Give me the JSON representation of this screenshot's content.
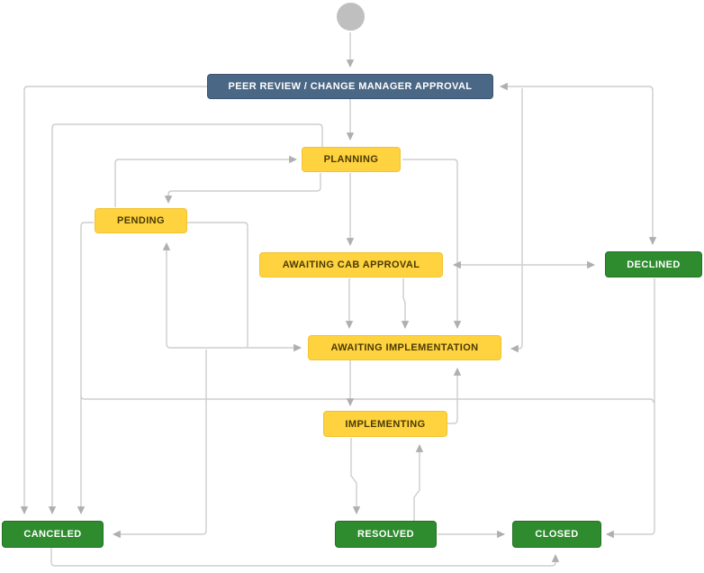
{
  "diagram": {
    "kind": "workflow-status-diagram",
    "nodes": [
      {
        "id": "peer-review-change-manager-approval",
        "label": "PEER REVIEW / CHANGE MANAGER APPROVAL",
        "color": "#4A6785",
        "category": "in-review"
      },
      {
        "id": "planning",
        "label": "PLANNING",
        "color": "#FFD23F",
        "category": "in-progress"
      },
      {
        "id": "pending",
        "label": "PENDING",
        "color": "#FFD23F",
        "category": "in-progress"
      },
      {
        "id": "awaiting-cab-approval",
        "label": "AWAITING CAB APPROVAL",
        "color": "#FFD23F",
        "category": "in-progress"
      },
      {
        "id": "declined",
        "label": "DECLINED",
        "color": "#2E8B2E",
        "category": "done"
      },
      {
        "id": "awaiting-implementation",
        "label": "AWAITING IMPLEMENTATION",
        "color": "#FFD23F",
        "category": "in-progress"
      },
      {
        "id": "implementing",
        "label": "IMPLEMENTING",
        "color": "#FFD23F",
        "category": "in-progress"
      },
      {
        "id": "canceled",
        "label": "CANCELED",
        "color": "#2E8B2E",
        "category": "done"
      },
      {
        "id": "resolved",
        "label": "RESOLVED",
        "color": "#2E8B2E",
        "category": "done"
      },
      {
        "id": "closed",
        "label": "CLOSED",
        "color": "#2E8B2E",
        "category": "done"
      }
    ],
    "start_node": {
      "id": "start",
      "shape": "circle",
      "color": "#BFBFBF"
    },
    "edges": [
      {
        "from": "start",
        "to": "peer-review-change-manager-approval"
      },
      {
        "from": "peer-review-change-manager-approval",
        "to": "planning"
      },
      {
        "from": "peer-review-change-manager-approval",
        "to": "canceled"
      },
      {
        "from": "planning",
        "to": "pending"
      },
      {
        "from": "pending",
        "to": "planning"
      },
      {
        "from": "planning",
        "to": "awaiting-cab-approval"
      },
      {
        "from": "planning",
        "to": "awaiting-implementation"
      },
      {
        "from": "planning",
        "to": "canceled"
      },
      {
        "from": "pending",
        "to": "awaiting-implementation"
      },
      {
        "from": "pending",
        "to": "canceled"
      },
      {
        "from": "pending",
        "to": "closed"
      },
      {
        "from": "awaiting-cab-approval",
        "to": "declined"
      },
      {
        "from": "declined",
        "to": "awaiting-cab-approval"
      },
      {
        "from": "declined",
        "to": "peer-review-change-manager-approval"
      },
      {
        "from": "declined",
        "to": "awaiting-implementation"
      },
      {
        "from": "awaiting-cab-approval",
        "to": "awaiting-implementation"
      },
      {
        "from": "awaiting-implementation",
        "to": "pending"
      },
      {
        "from": "awaiting-implementation",
        "to": "implementing"
      },
      {
        "from": "awaiting-implementation",
        "to": "canceled"
      },
      {
        "from": "implementing",
        "to": "awaiting-implementation"
      },
      {
        "from": "implementing",
        "to": "resolved"
      },
      {
        "from": "resolved",
        "to": "implementing"
      },
      {
        "from": "resolved",
        "to": "closed"
      },
      {
        "from": "canceled",
        "to": "closed"
      },
      {
        "from": "declined",
        "to": "closed"
      }
    ],
    "colors": {
      "background": "#FFFFFF",
      "connector_line": "#CDCDCD",
      "arrowhead": "#AFAFAF",
      "start_circle": "#BFBFBF",
      "status_slate": "#4A6785",
      "status_yellow": "#FFD23F",
      "status_yellow_border": "#F0C330",
      "status_yellow_text": "#4A3B05",
      "status_green": "#2E8B2E",
      "status_green_border": "#257025",
      "status_text_light": "#FFFFFF"
    }
  }
}
